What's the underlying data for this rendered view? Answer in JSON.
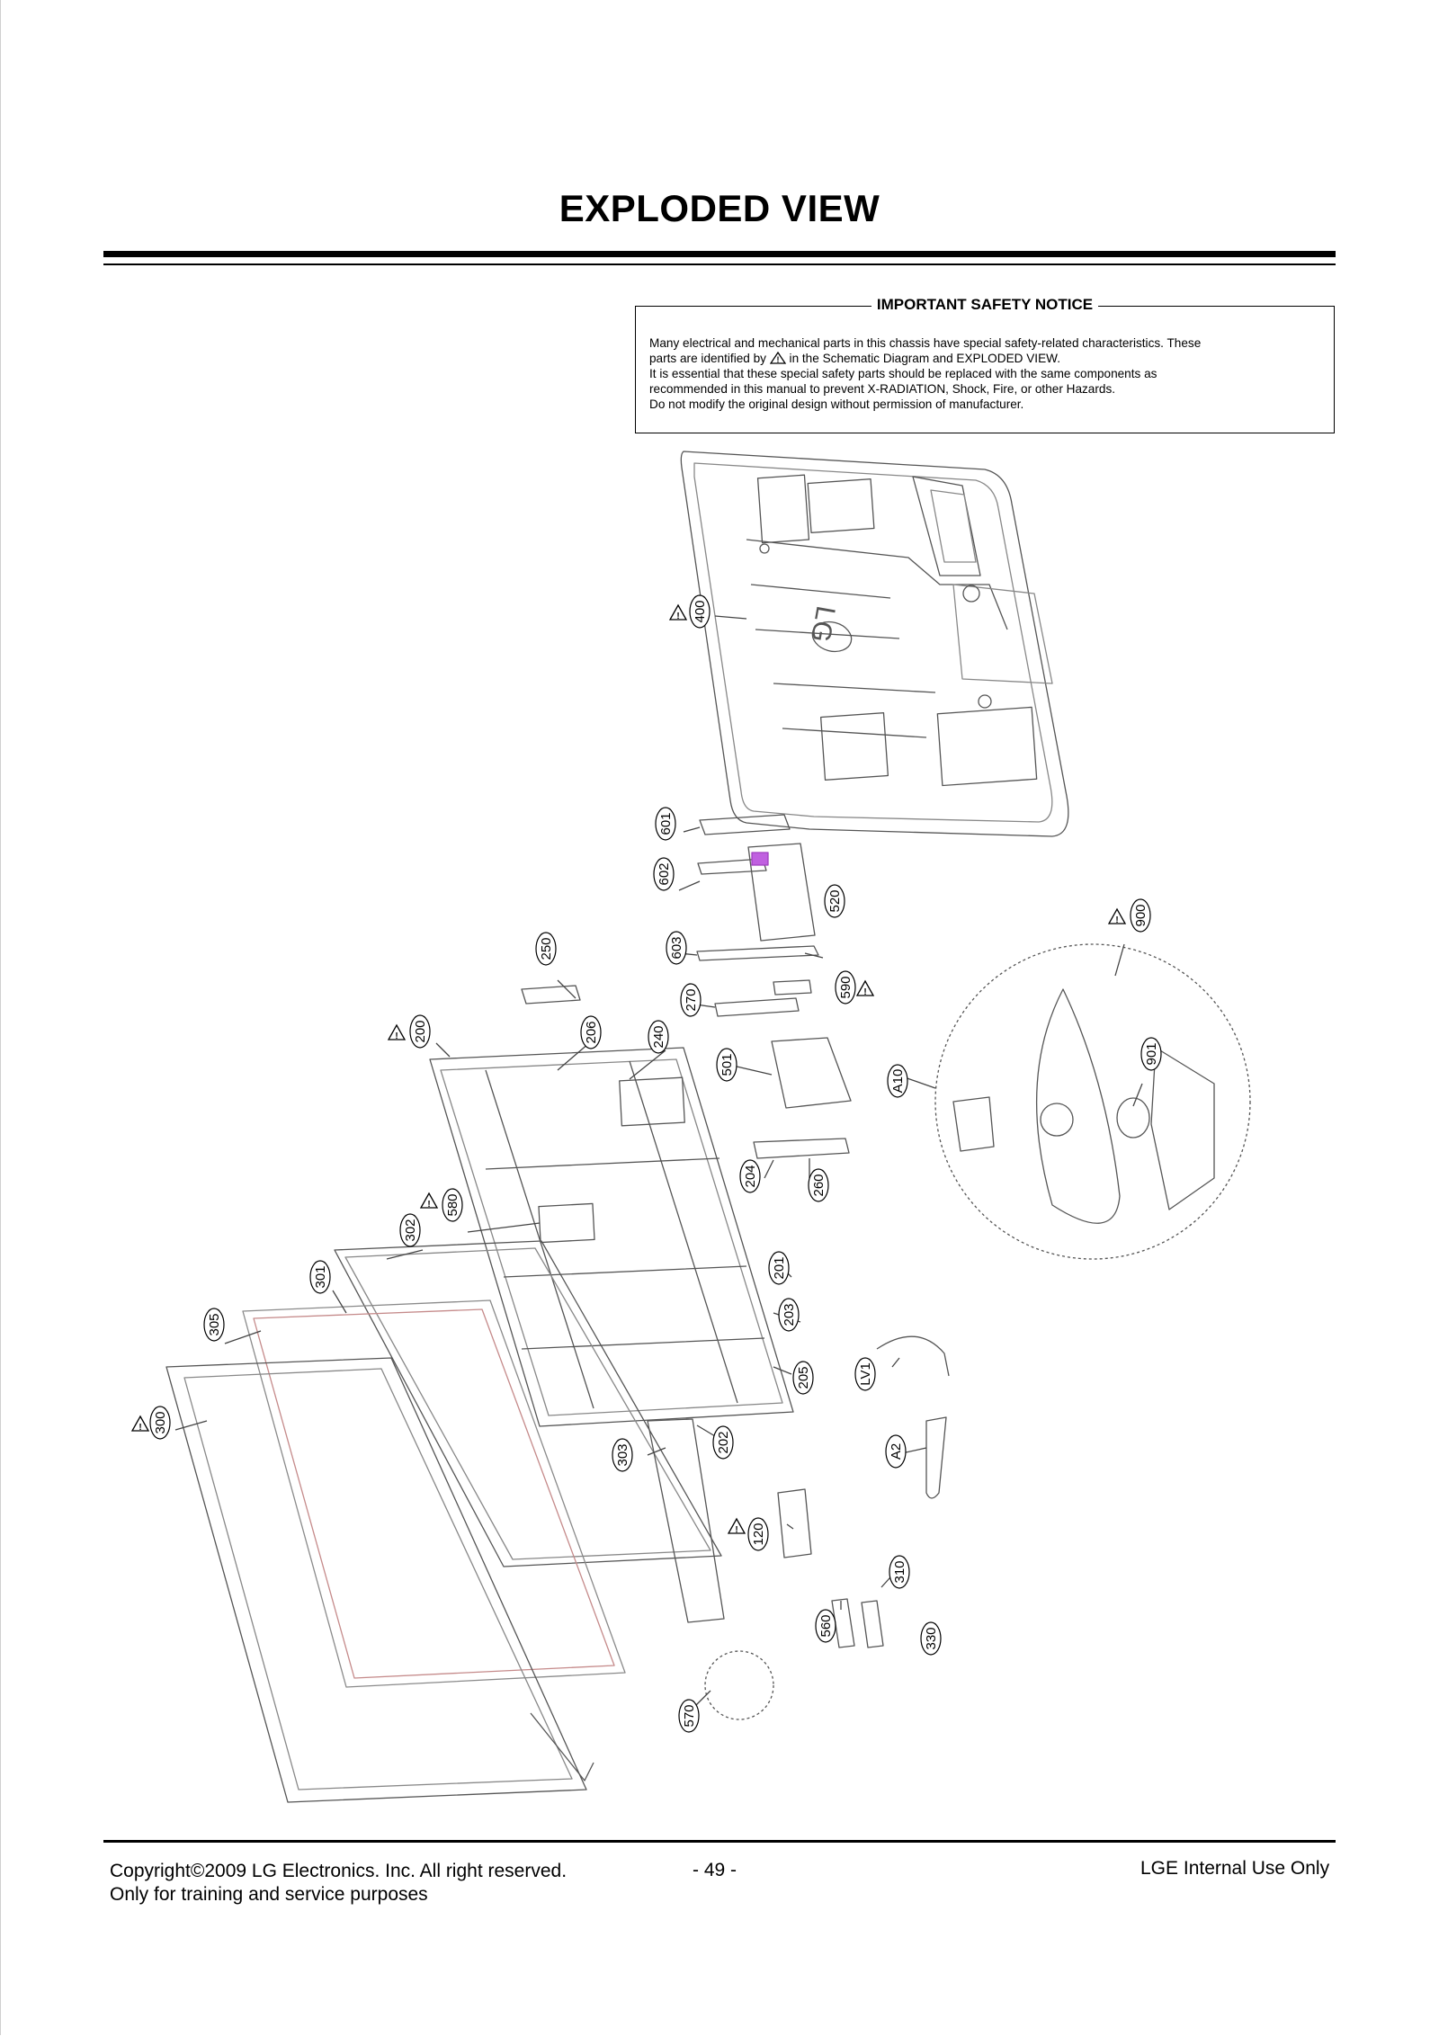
{
  "page": {
    "title": "EXPLODED VIEW"
  },
  "safety_notice": {
    "heading": "IMPORTANT SAFETY NOTICE",
    "line1": "Many electrical and mechanical parts in this chassis have special safety-related characteristics. These",
    "line2_pre": "parts are identified by",
    "line2_post": "in the Schematic Diagram and EXPLODED VIEW.",
    "line3": "It is essential that these special safety parts should be replaced with the same components as",
    "line4": "recommended in this manual to prevent X-RADIATION, Shock, Fire, or other Hazards.",
    "line5": "Do not modify the original design without permission of manufacturer."
  },
  "diagram": {
    "brand_logo": "LG",
    "part_labels": [
      "400",
      "601",
      "602",
      "520",
      "603",
      "270",
      "590",
      "250",
      "200",
      "206",
      "240",
      "501",
      "900",
      "901",
      "A10",
      "204",
      "260",
      "580",
      "302",
      "201",
      "301",
      "203",
      "305",
      "205",
      "LV1",
      "300",
      "303",
      "202",
      "A2",
      "120",
      "310",
      "560",
      "330",
      "570"
    ],
    "safety_marked_parts": [
      "400",
      "590",
      "200",
      "900",
      "580",
      "300",
      "120"
    ]
  },
  "footer": {
    "copyright": "Copyright©2009 LG Electronics. Inc. All right reserved.",
    "purpose": "Only for training and service purposes",
    "page_number": "- 49 -",
    "classification": "LGE Internal Use Only"
  }
}
